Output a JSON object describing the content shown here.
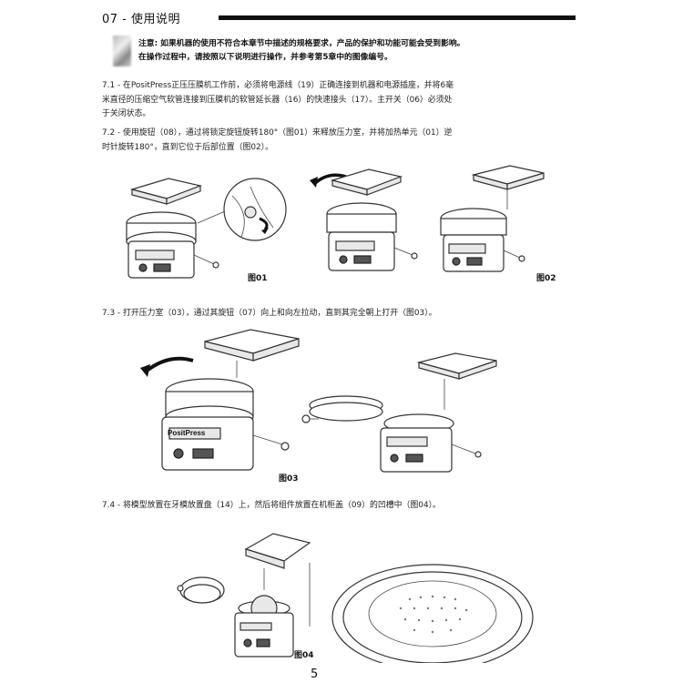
{
  "header": {
    "title": "07 - 使用说明"
  },
  "notice": {
    "icon": "warning-icon",
    "lines": [
      "注意: 如果机器的使用不符合本章节中描述的规格要求，产品的保护和功能可能会受到影响。",
      "在操作过程中，请按照以下说明进行操作，并参考第5章中的图像编号。"
    ]
  },
  "sections": {
    "s71": [
      "7.1 - 在PositPress正压压膜机工作前，必须将电源线（19）正确连接到机器和电源插座，并将6毫",
      "米直径的压缩空气软管连接到压膜机的软管延长器（16）的快速接头（17）。主开关（06）必须处",
      "于关闭状态。"
    ],
    "s72": [
      "7.2 - 使用旋钮（08），通过将锁定旋钮旋转180°（图01）来释放压力室，并将加热单元（01）逆",
      "时针旋转180°，直到它位于后部位置（图02）。"
    ],
    "s73": [
      "7.3 - 打开压力室（03），通过其旋钮（07）向上和向左拉动，直到其完全朝上打开（图03）。"
    ],
    "s74": [
      "7.4 - 将模型放置在牙模放置盘（14）上，然后将组件放置在机柜盖（09）的凹槽中（图04）。"
    ]
  },
  "figures": {
    "fig01": "图01",
    "fig02": "图02",
    "fig03": "图03",
    "fig04": "图04"
  },
  "illustration": {
    "brand": "PositPress"
  },
  "page_number": "5"
}
